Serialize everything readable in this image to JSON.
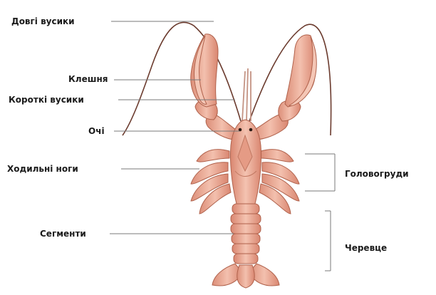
{
  "labels": {
    "long_antennae": "Довгі вусики",
    "claw": "Клешня",
    "short_antennae": "Короткі вусики",
    "eyes": "Очі",
    "walking_legs": "Ходильні ноги",
    "segments": "Сегменти",
    "cephalothorax": "Головогруди",
    "abdomen": "Черевце"
  },
  "colors": {
    "body_fill": "#e8a08a",
    "body_light": "#f2bfae",
    "body_stroke": "#b0624c",
    "line": "#7a7a7a",
    "antenna": "#6b3b2e",
    "eye": "#2a1a14"
  }
}
